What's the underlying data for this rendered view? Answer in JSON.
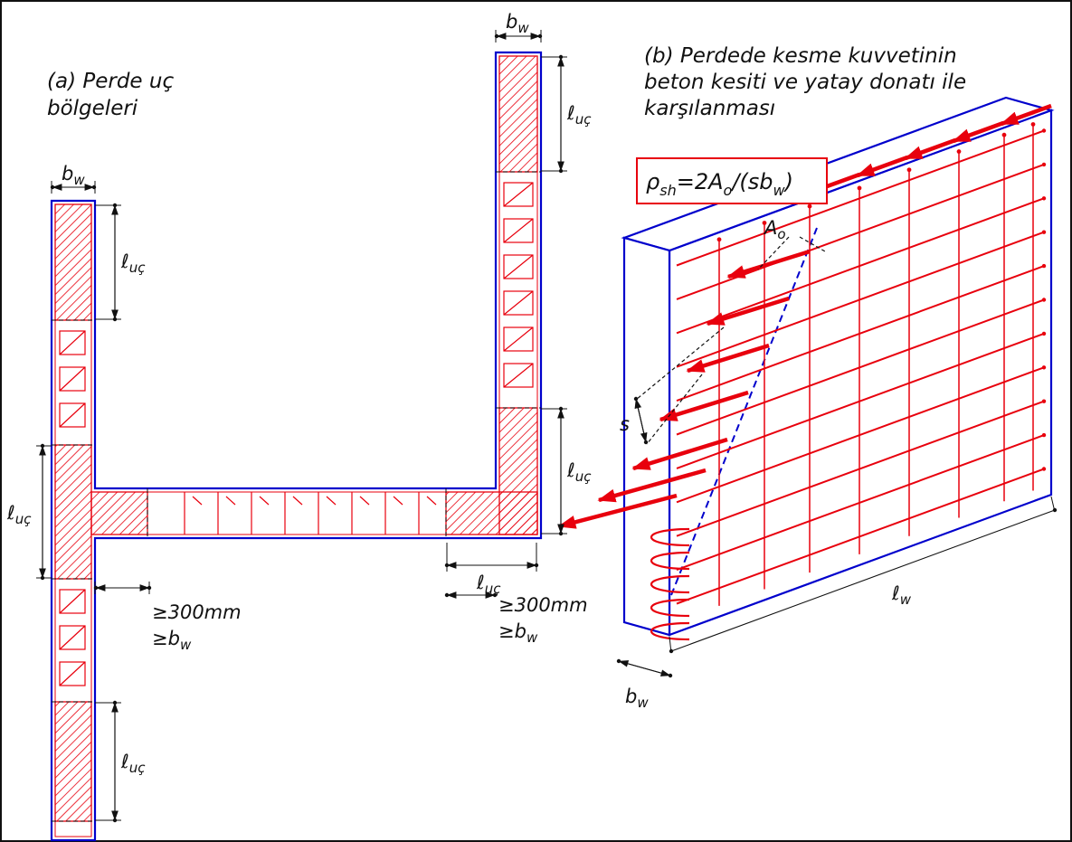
{
  "panel_a": {
    "title_line1": "(a) Perde uç",
    "title_line2": "bölgeleri"
  },
  "panel_b": {
    "title_line1": "(b) Perdede kesme kuvvetinin",
    "title_line2": "beton kesiti ve yatay donatı ile",
    "title_line3": "karşılanması"
  },
  "formula": {
    "rho": "ρ",
    "rho_sub": "sh",
    "part2": "=2A",
    "part2_sub": "o",
    "part3": "/(sb",
    "part3_sub": "w",
    "part4": ")"
  },
  "labels": {
    "ell": "ℓ",
    "uc_sub": "uç",
    "b": "b",
    "w_sub": "w",
    "A": "A",
    "o_sub": "o",
    "s": "s",
    "ge300": "≥300mm",
    "ge_b": "≥b"
  },
  "colors": {
    "outline_blue": "#0000cc",
    "rebar_red": "#e8000d",
    "dim_black": "#111111"
  }
}
